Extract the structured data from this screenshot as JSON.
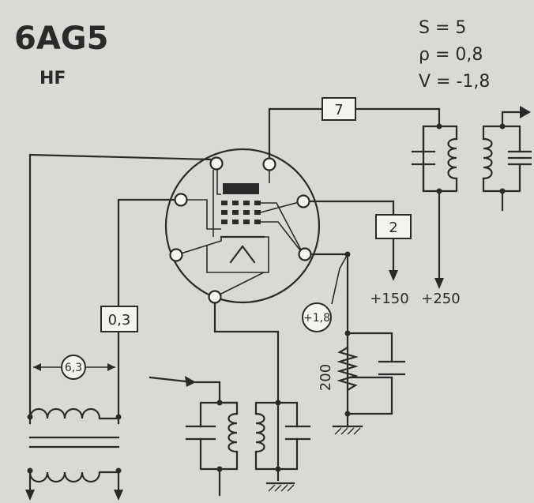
{
  "tube": {
    "name": "6AG5",
    "type": "HF"
  },
  "params": {
    "s": "S = 5",
    "rho": "ρ = 0,8",
    "v": "V = -1,8"
  },
  "labels": {
    "box_7": "7",
    "box_2": "2",
    "box_03": "0,3",
    "circle_63": "6,3",
    "circle_18": "+1,8",
    "resistor_200": "200",
    "supply_150": "+150",
    "supply_250": "+250"
  }
}
